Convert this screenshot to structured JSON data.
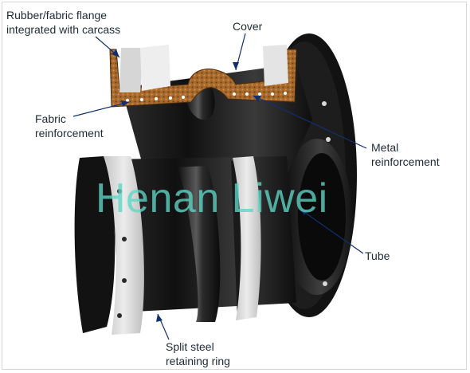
{
  "labels": {
    "flange_line1": "Rubber/fabric flange",
    "flange_line2": "integrated with carcass",
    "cover": "Cover",
    "fabric_line1": "Fabric",
    "fabric_line2": "reinforcement",
    "metal_line1": "Metal",
    "metal_line2": "reinforcement",
    "tube": "Tube",
    "ring_line1": "Split steel",
    "ring_line2": "retaining ring"
  },
  "watermark": "Henan Liwei",
  "colors": {
    "rubber": "#141414",
    "rubber_highlight": "#4a4a4a",
    "carcass": "#a86a2c",
    "retaining_ring": "#d9d9d9",
    "leader_line": "#12306e",
    "watermark": "#5fd6c6"
  }
}
